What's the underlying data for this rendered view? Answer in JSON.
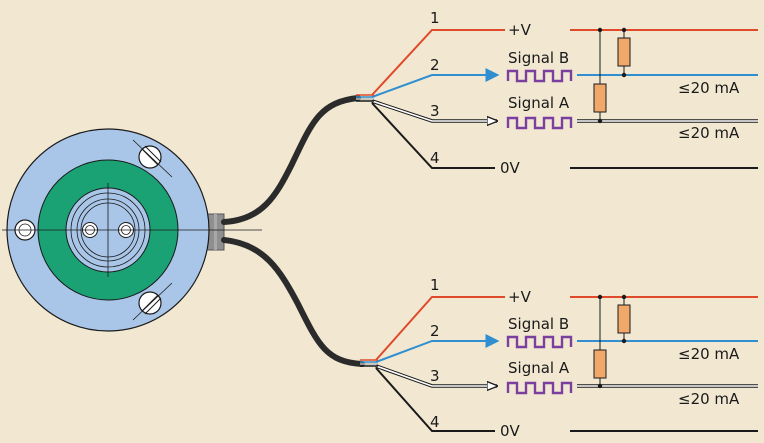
{
  "colors": {
    "background": "#f2e8d2",
    "disc_outer": "#a9c6e8",
    "disc_ring": "#1aa174",
    "hub": "#a9c6e8",
    "cable": "#2b2b2b",
    "supply_wire": "#e04a2a",
    "signal_b_wire": "#2f8fd0",
    "signal_a_wire": "#ffffff",
    "ground_wire": "#1a1a1a",
    "pulse": "#7b3fa0",
    "resistor": "#f0a86a"
  },
  "circuits": [
    {
      "wire_numbers": [
        "1",
        "2",
        "3",
        "4"
      ],
      "supply_label": "+V",
      "signal_b_label": "Signal B",
      "signal_a_label": "Signal A",
      "ground_label": "0V",
      "current_b_label": "≤20 mA",
      "current_a_label": "≤20 mA"
    },
    {
      "wire_numbers": [
        "1",
        "2",
        "3",
        "4"
      ],
      "supply_label": "+V",
      "signal_b_label": "Signal B",
      "signal_a_label": "Signal A",
      "ground_label": "0V",
      "current_b_label": "≤20 mA",
      "current_a_label": "≤20 mA"
    }
  ]
}
